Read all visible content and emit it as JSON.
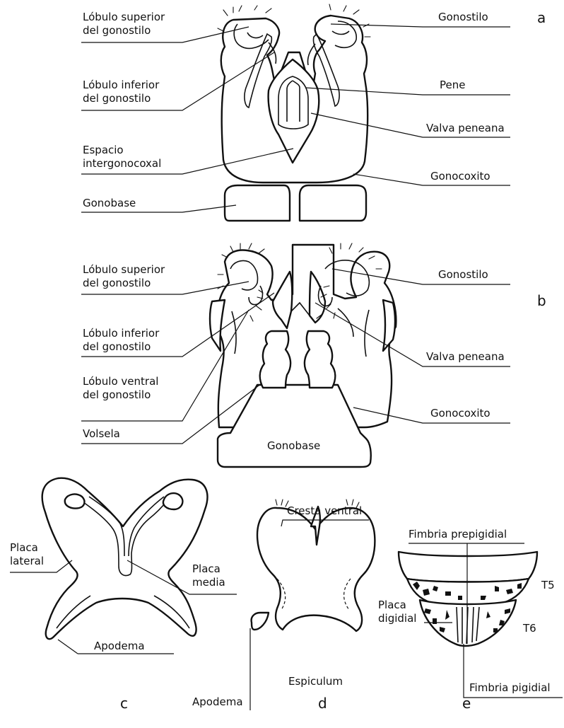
{
  "panels": {
    "a": "a",
    "b": "b",
    "c": "c",
    "d": "d",
    "e": "e"
  },
  "figure_a": {
    "lobulo_superior": [
      "Lóbulo superior",
      "del gonostilo"
    ],
    "lobulo_inferior": [
      "Lóbulo inferior",
      "del gonostilo"
    ],
    "espacio": [
      "Espacio",
      "intergonocoxal"
    ],
    "gonobase": "Gonobase",
    "gonostilo": "Gonostilo",
    "pene": "Pene",
    "valva": "Valva peneana",
    "gonocoxito": "Gonocoxito"
  },
  "figure_b": {
    "lobulo_superior": [
      "Lóbulo superior",
      "del gonostilo"
    ],
    "lobulo_inferior": [
      "Lóbulo inferior",
      "del gonostilo"
    ],
    "lobulo_ventral": [
      "Lóbulo ventral",
      "del gonostilo"
    ],
    "volsela": "Volsela",
    "gonostilo": "Gonostilo",
    "valva": "Valva peneana",
    "gonocoxito": "Gonocoxito",
    "gonobase": "Gonobase"
  },
  "figure_c": {
    "placa_lateral": [
      "Placa",
      "lateral"
    ],
    "placa_media": [
      "Placa",
      "media"
    ],
    "apodema": "Apodema"
  },
  "figure_d": {
    "cresta": "Cresta ventral",
    "apodema": "Apodema",
    "espiculum": "Espiculum"
  },
  "figure_e": {
    "fimbria_prepigidial": "Fimbria prepigidial",
    "t5": "T5",
    "t6": "T6",
    "placa_digidial": [
      "Placa",
      "digidial"
    ],
    "fimbria_pigidial": "Fimbria pigidial"
  }
}
